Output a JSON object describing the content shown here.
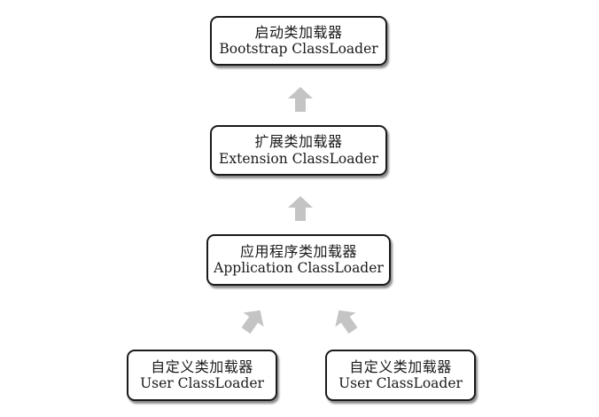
{
  "diagram": {
    "nodes": {
      "bootstrap": {
        "zh": "启动类加载器",
        "en": "Bootstrap ClassLoader"
      },
      "extension": {
        "zh": "扩展类加载器",
        "en": "Extension ClassLoader"
      },
      "application": {
        "zh": "应用程序类加载器",
        "en": "Application ClassLoader"
      },
      "user_1": {
        "zh": "自定义类加载器",
        "en": "User ClassLoader"
      },
      "user_2": {
        "zh": "自定义类加载器",
        "en": "User ClassLoader"
      }
    },
    "edges": [
      {
        "from": "extension",
        "to": "bootstrap"
      },
      {
        "from": "application",
        "to": "extension"
      },
      {
        "from": "user_1",
        "to": "application"
      },
      {
        "from": "user_2",
        "to": "application"
      }
    ],
    "arrow_color": "#c4c4c4",
    "border_color": "#1a1a1a"
  }
}
